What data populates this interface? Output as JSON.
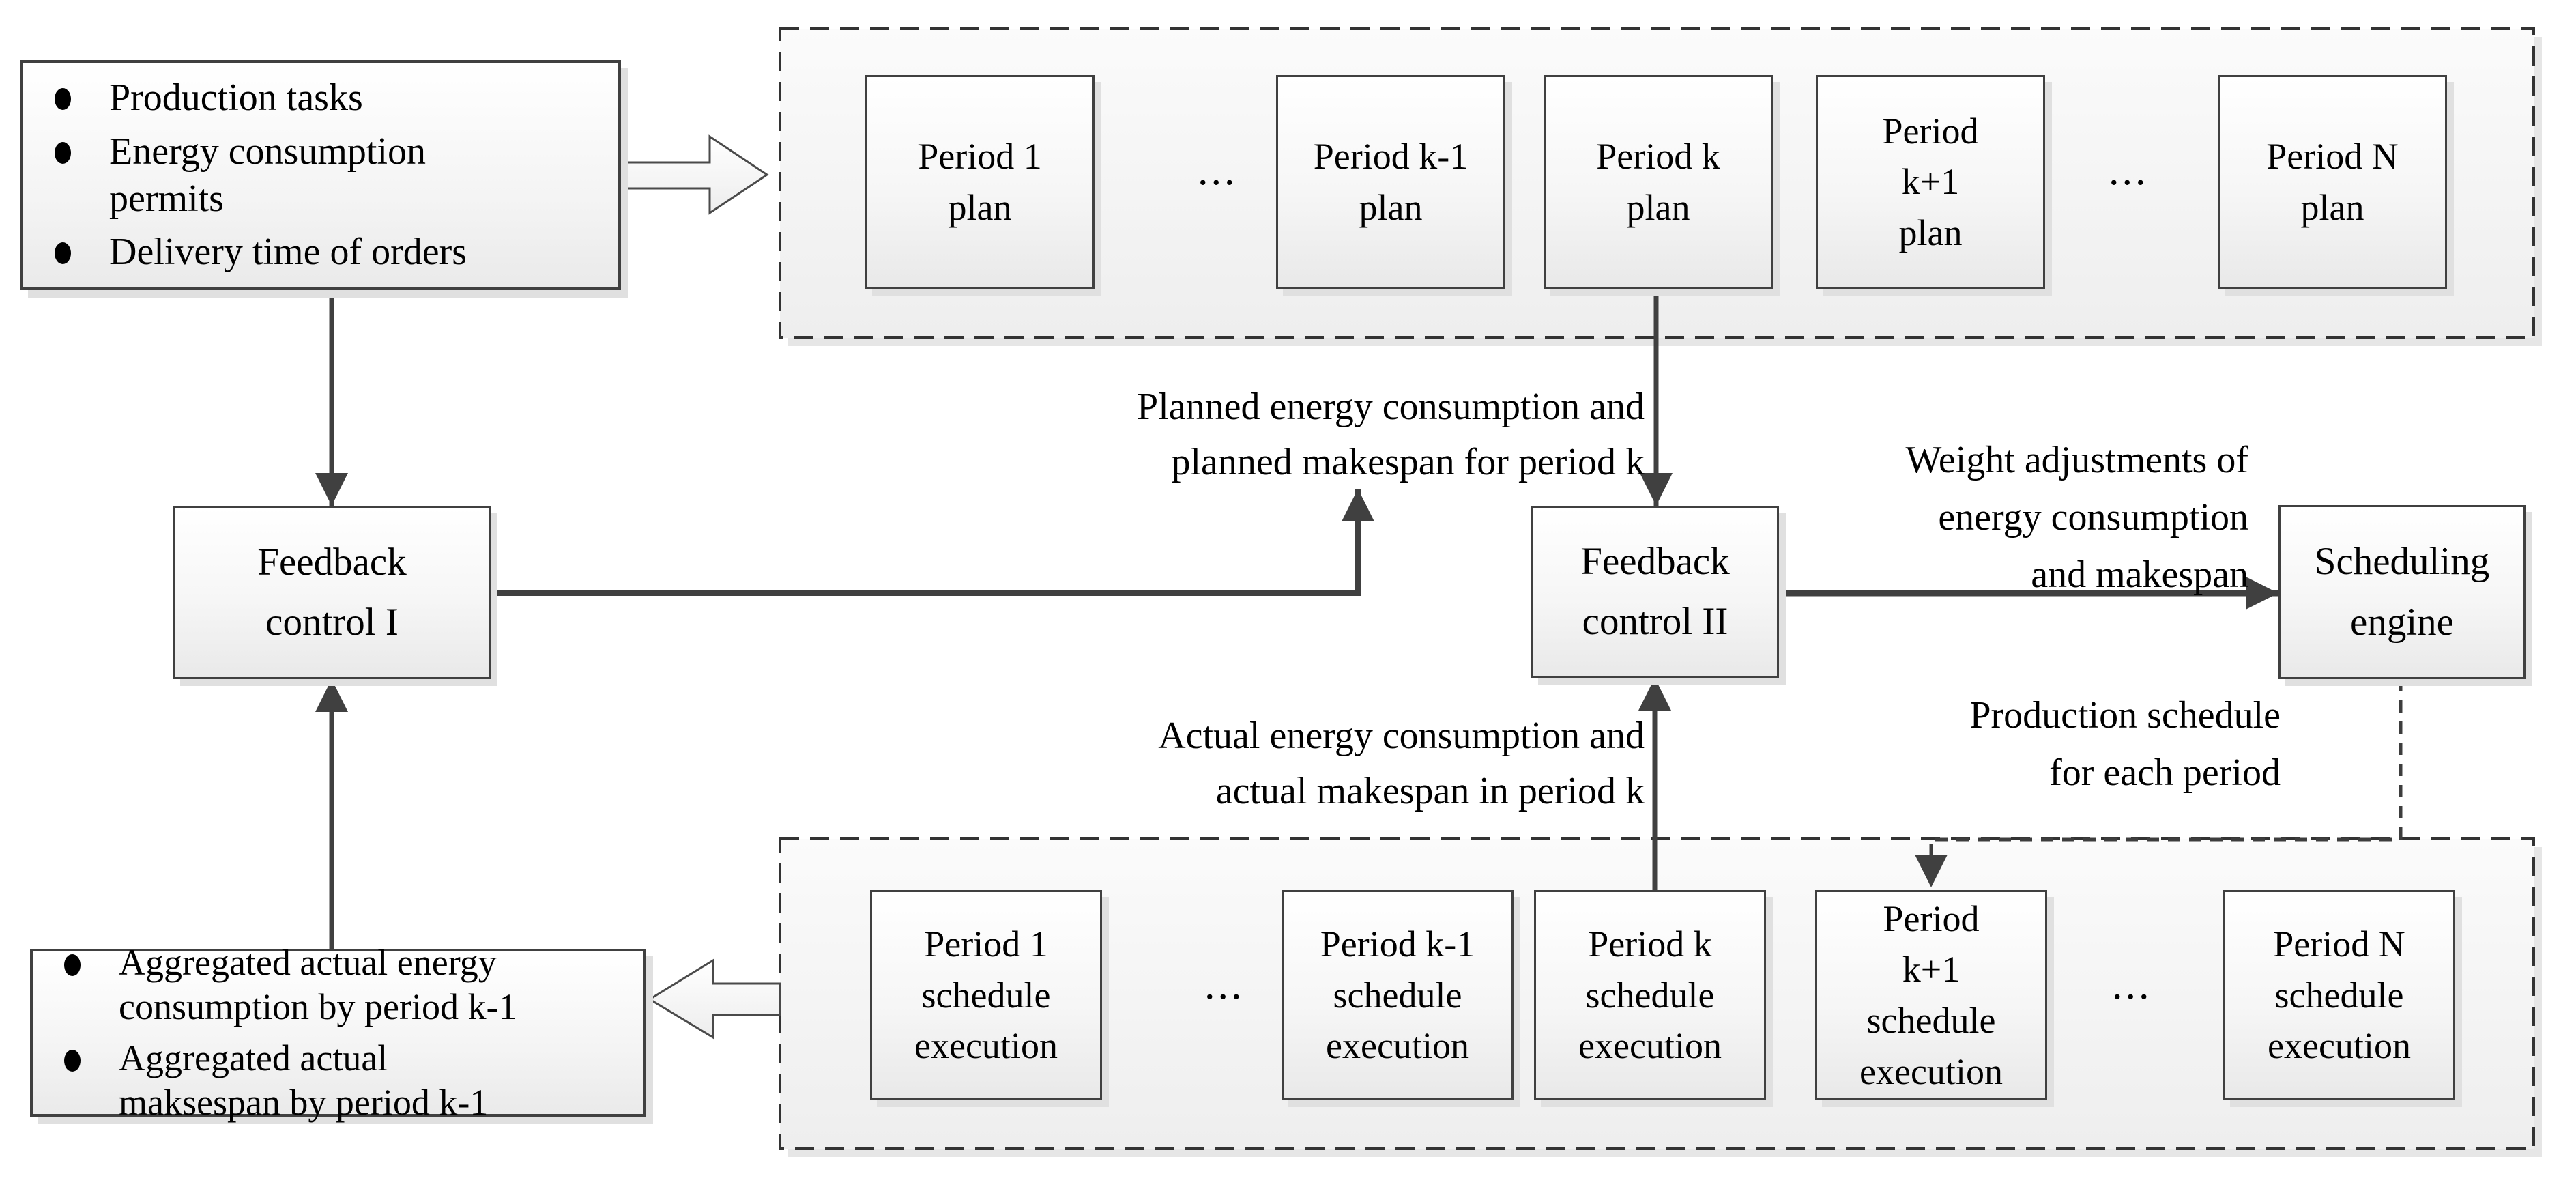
{
  "diagram": {
    "inputs_box": {
      "items": [
        "Production tasks",
        "Energy consumption\npermits",
        "Delivery time of orders"
      ]
    },
    "aggregates_box": {
      "items": [
        "Aggregated actual energy\nconsumption by period k-1",
        "Aggregated actual\nmaksespan by period k-1"
      ]
    },
    "plan_row": {
      "ellipsis": "...",
      "boxes": [
        "Period 1\nplan",
        "Period k-1\nplan",
        "Period k\nplan",
        "Period\nk+1\nplan",
        "Period N\nplan"
      ]
    },
    "execution_row": {
      "ellipsis": "...",
      "boxes": [
        "Period 1\nschedule\nexecution",
        "Period k-1\nschedule\nexecution",
        "Period k\nschedule\nexecution",
        "Period\nk+1\nschedule\nexecution",
        "Period N\nschedule\nexecution"
      ]
    },
    "nodes": {
      "feedback_control_1": "Feedback\ncontrol I",
      "feedback_control_2": "Feedback\ncontrol II",
      "scheduling_engine": "Scheduling\nengine"
    },
    "labels": {
      "planned": "Planned energy consumption and\nplanned makespan for period k",
      "actual": "Actual energy consumption  and\nactual makespan in period k",
      "weights": "Weight adjustments of\nenergy consumption\nand makespan",
      "schedule_out": "Production schedule\nfor each period"
    },
    "colors": {
      "line": "#404040",
      "box_border": "#404040",
      "box_fill_top": "#ffffff",
      "box_fill_bottom": "#e9e9e9",
      "container_fill": "#f4f4f4",
      "shadow": "#e0e0e0",
      "text": "#000000",
      "background": "#ffffff"
    }
  }
}
